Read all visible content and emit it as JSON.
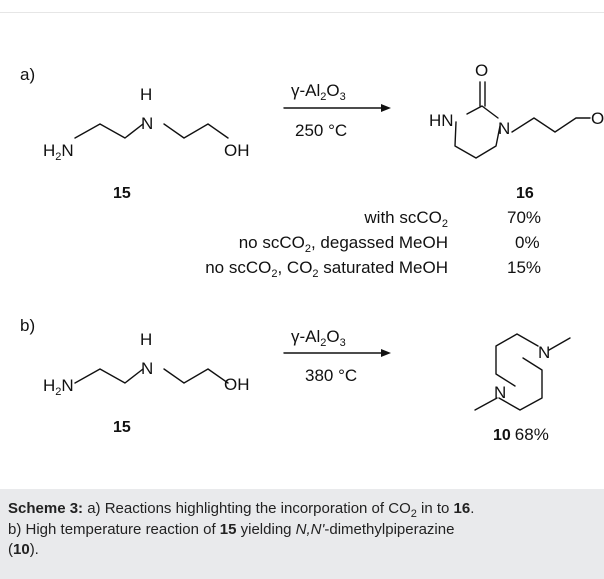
{
  "part_a": {
    "label": "a)",
    "start": {
      "H": "H",
      "N": "N",
      "H2N": "H",
      "H2N_sub": "2",
      "H2N_N": "N",
      "OH": "OH",
      "number": "15"
    },
    "reagent": {
      "gamma": "γ-Al",
      "sub": "2",
      "O": "O",
      "sub2": "3",
      "condition": "250 °C"
    },
    "product": {
      "O": "O",
      "HN": "HN",
      "N": "N",
      "OH": "OH",
      "number": "16"
    },
    "yield_table": {
      "header": "16",
      "rows": [
        {
          "c1": "with scCO",
          "s1": "2",
          "c2": "",
          "s2": "",
          "c3": "",
          "yield": "70%"
        },
        {
          "c1": "no scCO",
          "s1": "2",
          "c2": ", degassed MeOH",
          "s2": "",
          "c3": "",
          "yield": "0%"
        },
        {
          "c1": "no scCO",
          "s1": "2",
          "c2": ", CO",
          "s2": "2",
          "c3": " saturated MeOH",
          "yield": "15%"
        }
      ]
    }
  },
  "part_b": {
    "label": "b)",
    "start": {
      "H": "H",
      "N": "N",
      "H2N": "H",
      "H2N_sub": "2",
      "H2N_N": "N",
      "OH": "OH",
      "number": "15"
    },
    "reagent": {
      "gamma": "γ-Al",
      "sub": "2",
      "O": "O",
      "sub2": "3",
      "condition": "380 °C"
    },
    "product": {
      "N1": "N",
      "N2": "N",
      "number": "10",
      "yield": "68%"
    }
  },
  "caption": {
    "lead": "Scheme 3:",
    "t1": " a) Reactions highlighting the incorporation of CO",
    "t1_sub": "2",
    "t2": " in to ",
    "ref16": "16",
    "t3": ".",
    "t4": "b) High temperature reaction of ",
    "ref15": "15",
    "t5": " yielding ",
    "italic": "N,N'",
    "t6": "-dimethylpiperazine",
    "t7": "(",
    "ref10": "10",
    "t8": ")."
  }
}
